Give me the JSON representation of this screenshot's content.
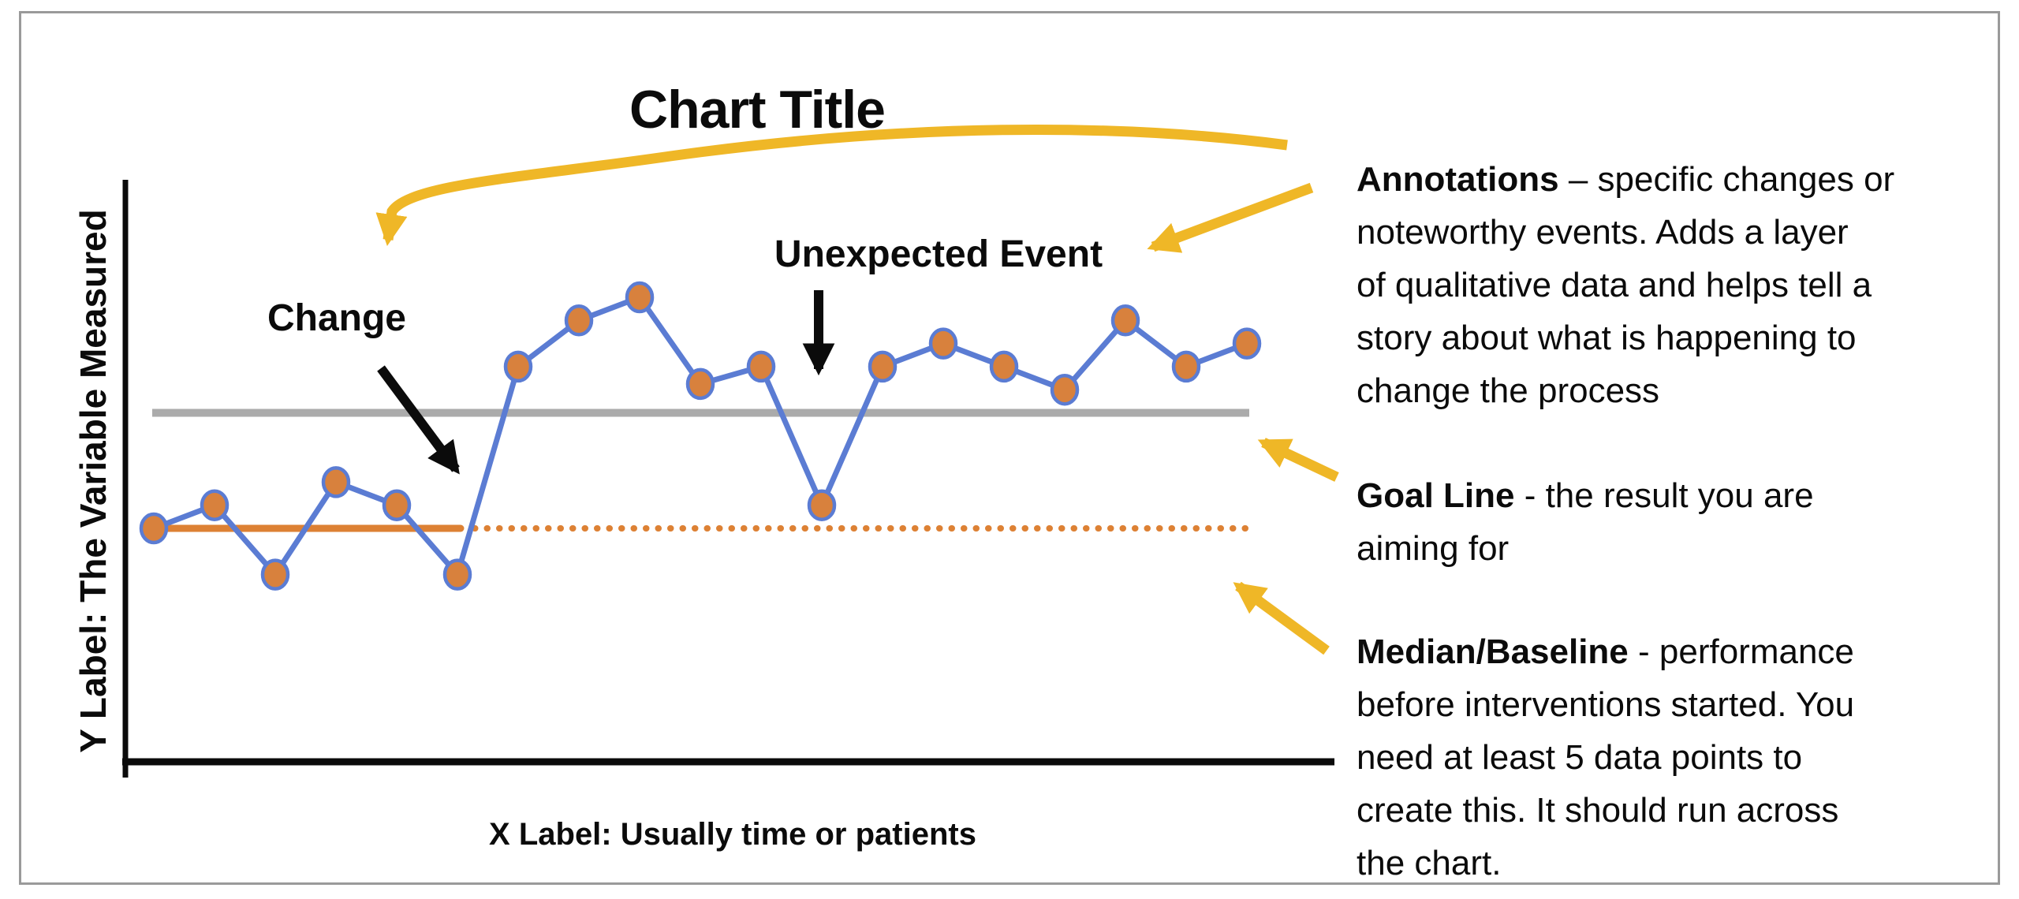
{
  "title": "Chart Title",
  "axes": {
    "x_label": "X Label: Usually time or patients",
    "y_label": "Y Label: The Variable Measured"
  },
  "on_chart_labels": {
    "change": "Change",
    "unexpected_event": "Unexpected Event"
  },
  "legend_panel": {
    "annotations": {
      "lead": "Annotations",
      "body": " – specific changes or\nnoteworthy events. Adds a layer\nof qualitative data and helps tell a\nstory about what is happening to\nchange the process"
    },
    "goal_line": {
      "lead": "Goal Line",
      "body": " - the result you are\naiming for"
    },
    "median_baseline": {
      "lead": "Median/Baseline",
      "body": " - performance\nbefore interventions started. You\nneed at least 5 data points to\ncreate this. It should run across\nthe chart."
    }
  },
  "colors": {
    "line_blue": "#5B7CD3",
    "marker_orange": "#D8813D",
    "median_orange": "#DD8134",
    "goal_gray": "#ABABAB",
    "annotation_yellow": "#EFB727",
    "ink_black": "#0b0b0b",
    "frame_gray": "#9a9a9a"
  },
  "chart_data": {
    "type": "line",
    "title": "Chart Title",
    "xlabel": "X Label: Usually time or patients",
    "ylabel": "Y Label: The Variable Measured",
    "x": [
      1,
      2,
      3,
      4,
      5,
      6,
      7,
      8,
      9,
      10,
      11,
      12,
      13,
      14,
      15,
      16,
      17,
      18,
      19
    ],
    "series": [
      {
        "name": "measured variable",
        "values": [
          40,
          44,
          32,
          48,
          44,
          32,
          68,
          76,
          80,
          65,
          68,
          44,
          68,
          72,
          68,
          64,
          76,
          68,
          72
        ]
      }
    ],
    "goal_line_value": 60,
    "median_baseline_value": 40,
    "median_solid_through_point": 6,
    "ylim": [
      0,
      100
    ],
    "axis_tick_labels": "none",
    "grid": false,
    "legend": false
  }
}
